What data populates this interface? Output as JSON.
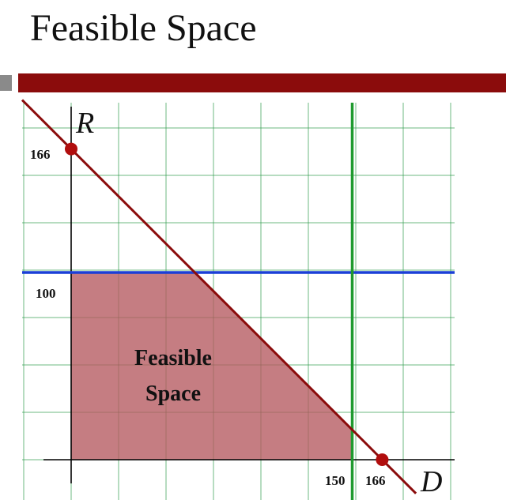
{
  "slide": {
    "title": "Feasible Space"
  },
  "colors": {
    "title_bar": "#8b0c0c",
    "title_bar_accent": "#8a8a8a",
    "grid": "#2e9b4b",
    "axis": "#000000",
    "constraint_total": "#8b0c0c",
    "constraint_R": "#1a3fd6",
    "constraint_D": "#1e9a2e",
    "feasible_fill": "#b5585f",
    "intercept_point": "#b10d0d"
  },
  "diagram": {
    "x_axis_label": "D",
    "y_axis_label": "R",
    "region_label_line1": "Feasible",
    "region_label_line2": "Space",
    "y_tick_166": "166",
    "y_tick_100": "100",
    "x_tick_150": "150",
    "x_tick_166": "166"
  },
  "chart_data": {
    "type": "area",
    "xlabel": "D",
    "ylabel": "R",
    "constraints": [
      {
        "name": "R = 100",
        "kind": "horizontal",
        "value": 100
      },
      {
        "name": "D = 150",
        "kind": "vertical",
        "value": 150
      },
      {
        "name": "D + R = 166",
        "kind": "line",
        "points": [
          [
            0,
            166
          ],
          [
            166,
            0
          ]
        ]
      }
    ],
    "feasible_region": [
      [
        0,
        0
      ],
      [
        0,
        100
      ],
      [
        66,
        100
      ],
      [
        150,
        16
      ],
      [
        150,
        0
      ]
    ],
    "intercepts": [
      [
        0,
        166
      ],
      [
        166,
        0
      ]
    ],
    "x_ticks": [
      150,
      166
    ],
    "y_ticks": [
      100,
      166
    ],
    "grid": true
  }
}
